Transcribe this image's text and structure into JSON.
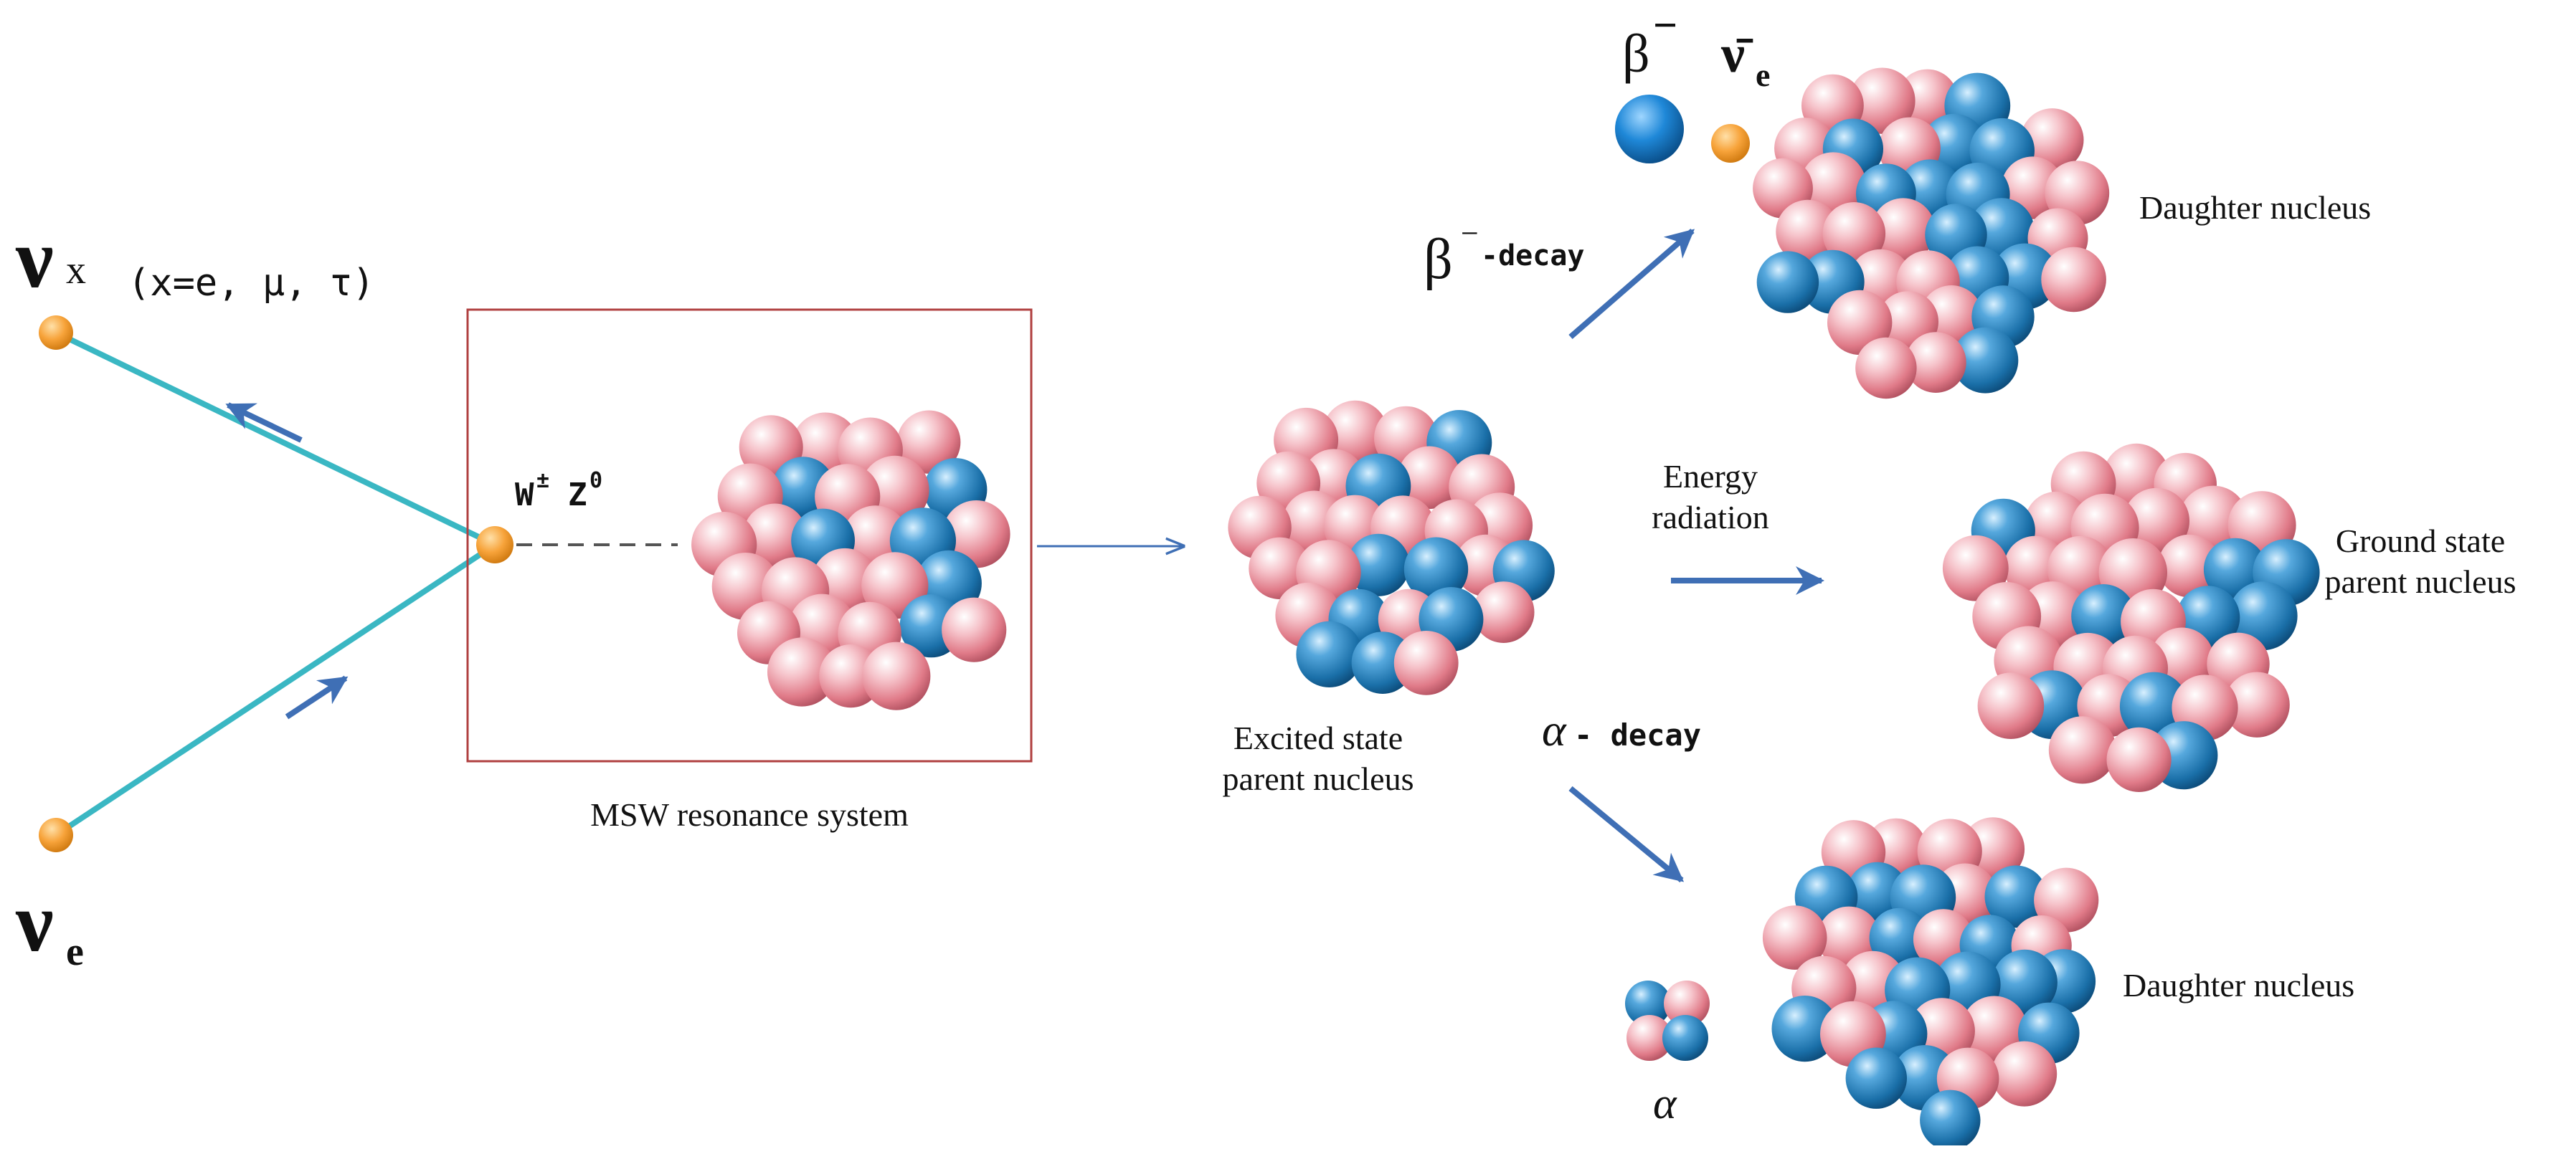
{
  "particles": {
    "nu_x_symbol": "ν",
    "nu_x_subscript": "x",
    "nu_x_flavors": "(x=e, μ, τ)",
    "nu_e_symbol": "ν",
    "nu_e_subscript": "e",
    "boson_w": "W",
    "boson_w_sup": "±",
    "boson_z": "Z",
    "boson_z_sup": "0",
    "beta_symbol": "β",
    "beta_sup": "−",
    "antinu_symbol": "ν̄",
    "antinu_subscript": "e",
    "alpha_symbol": "α"
  },
  "labels": {
    "msw_system": "MSW resonance system",
    "excited_line1": "Excited state",
    "excited_line2": "parent nucleus",
    "beta_decay_symbol": "β",
    "beta_decay_sup": "−",
    "beta_decay_text": "-decay",
    "energy_line1": "Energy",
    "energy_line2": "radiation",
    "alpha_decay_symbol": "α",
    "alpha_decay_text": "- decay",
    "daughter_top": "Daughter nucleus",
    "ground_line1": "Ground state",
    "ground_line2": "parent nucleus",
    "daughter_bottom": "Daughter nucleus"
  },
  "colors": {
    "proton": "#e8808e",
    "neutron": "#1f7fb8",
    "lepton": "#f5a030",
    "electron": "#1e88d8",
    "arrow": "#3f6fb5",
    "neutrino_line": "#3ab7c3",
    "box": "#b04040"
  }
}
